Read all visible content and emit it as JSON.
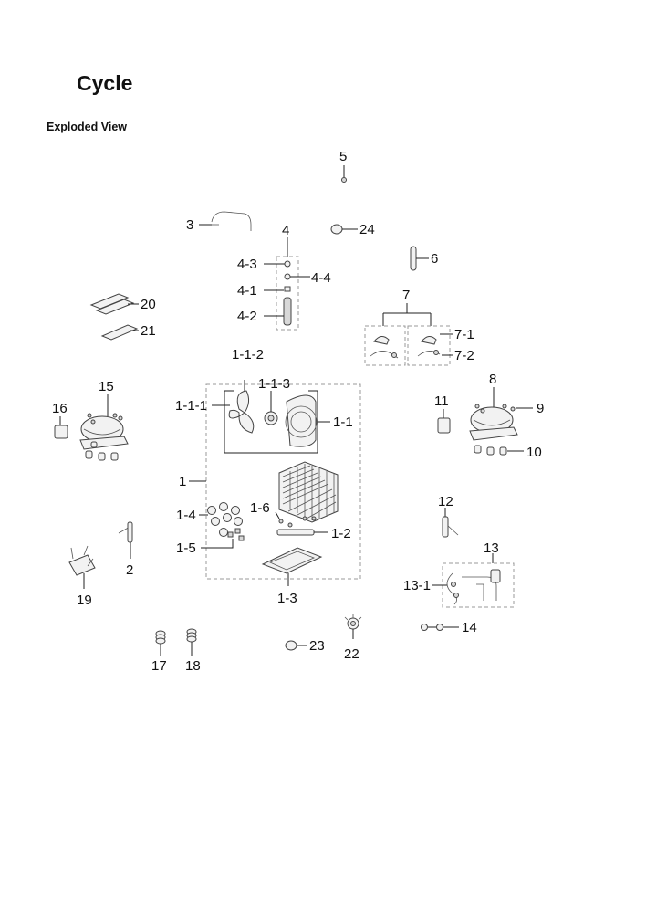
{
  "page": {
    "title": "Cycle",
    "subtitle": "Exploded View"
  },
  "callouts": {
    "c5": "5",
    "c3": "3",
    "c4": "4",
    "c24": "24",
    "c6": "6",
    "c4_3": "4-3",
    "c4_4": "4-4",
    "c4_1": "4-1",
    "c4_2": "4-2",
    "c20": "20",
    "c21": "21",
    "c7": "7",
    "c7_1": "7-1",
    "c7_2": "7-2",
    "c1_1_2": "1-1-2",
    "c1_1_3": "1-1-3",
    "c1_1_1": "1-1-1",
    "c1_1": "1-1",
    "c15": "15",
    "c16": "16",
    "c11": "11",
    "c8": "8",
    "c9": "9",
    "c10": "10",
    "c1": "1",
    "c1_6": "1-6",
    "c1_4": "1-4",
    "c1_2": "1-2",
    "c1_5": "1-5",
    "c2": "2",
    "c19": "19",
    "c1_3": "1-3",
    "c12": "12",
    "c13": "13",
    "c13_1": "13-1",
    "c14": "14",
    "c17": "17",
    "c18": "18",
    "c23": "23",
    "c22": "22"
  }
}
